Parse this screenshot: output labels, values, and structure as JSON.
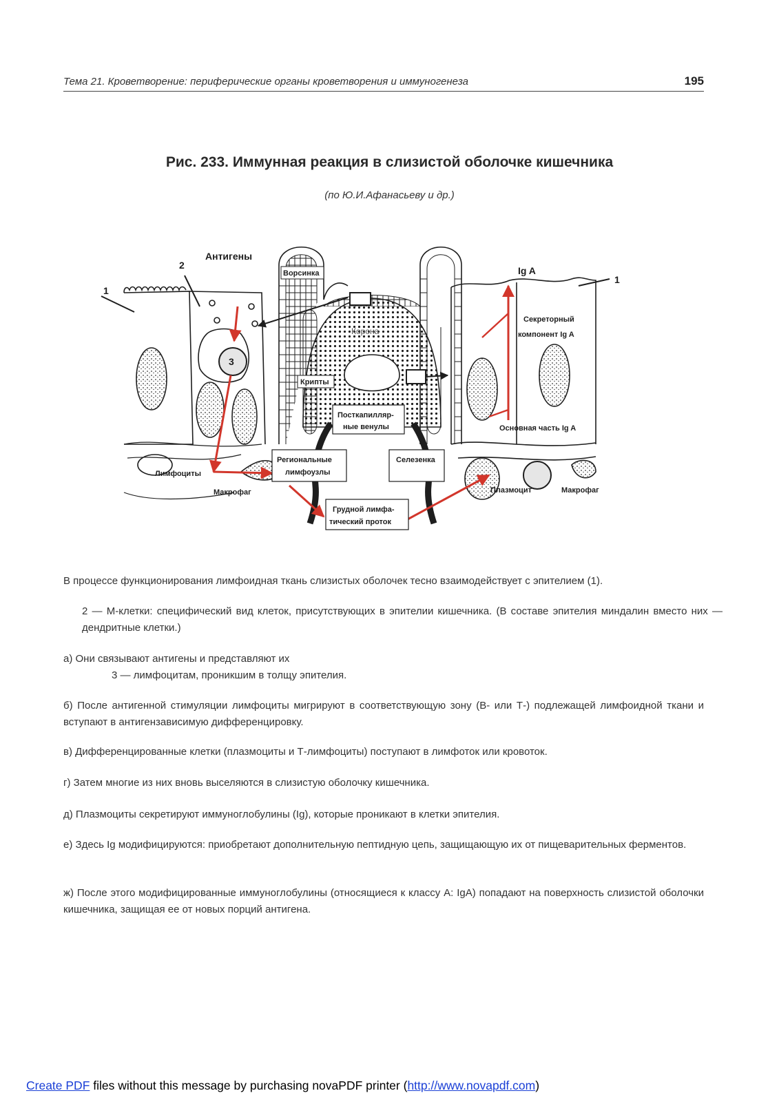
{
  "header": {
    "topic": "Тема 21. Кроветворение: периферические органы кроветворения и иммуногенеза",
    "page_number": "195"
  },
  "figure": {
    "title": "Рис. 233. Иммунная реакция в слизистой оболочке кишечника",
    "source": "(по Ю.И.Афанасьеву  и др.)",
    "labels": {
      "antigens": "Антигены",
      "num1_left": "1",
      "num1_right": "1",
      "num2": "2",
      "num3": "3",
      "villus": "Ворсинка",
      "corona": "Корона",
      "crypts": "Крипты",
      "venules": [
        "Посткапилляр-",
        "ные венулы"
      ],
      "regional_nodes": [
        "Региональные",
        "лимфоузлы"
      ],
      "spleen": "Селезенка",
      "thoracic_duct": [
        "Грудной лимфа-",
        "тический проток"
      ],
      "lymphocytes": "Лимфоциты",
      "macrophage_left": "Макрофаг",
      "iga": "Ig A",
      "secretory": [
        "Секреторный",
        "компонент  Ig A"
      ],
      "main_part": "Основная часть  Ig A",
      "plasmocyte": "Плазмоцит",
      "macrophage_right": "Макрофаг"
    }
  },
  "body": {
    "p1": "В процессе функционирования лимфоидная ткань слизистых оболочек тесно взаимодействует с эпителием (1).",
    "p2": "2 — М-клетки: специфический вид клеток, присутствующих в эпителии кишечника. (В составе эпителия миндалин вместо них — дендритные клетки.)",
    "p3a": "а) Они связывают антигены и представляют их",
    "p3b": "3 — лимфоцитам, проникшим в толщу эпителия.",
    "p4": "б) После антигенной стимуляции лимфоциты мигрируют в соответствующую зону (В- или Т-) подлежащей лимфоидной ткани и вступают в антигензависимую дифференцировку.",
    "p5": "в) Дифференцированные клетки (плазмоциты и Т-лимфоциты) поступают в лимфоток или кровоток.",
    "p6": "г) Затем многие из них вновь выселяются в слизистую оболочку кишечника.",
    "p7": "д) Плазмоциты секретируют иммуноглобулины (Ig), которые проникают в клетки эпителия.",
    "p8": "е) Здесь Ig модифицируются: приобретают дополнительную пептидную цепь, защищающую их от пищеварительных ферментов.",
    "p9": "ж) После этого модифицированные иммуноглобулины (относящиеся к классу А: IgA) попадают на поверхность слизистой оболочки кишечника, защищая ее от новых порций антигена."
  },
  "footer": {
    "link1": "Create PDF",
    "middle": " files without this message by purchasing novaPDF printer (",
    "link2": "http://www.novapdf.com",
    "end": ")"
  },
  "colors": {
    "arrow": "#d2362b",
    "ink": "#1e1e1e"
  }
}
